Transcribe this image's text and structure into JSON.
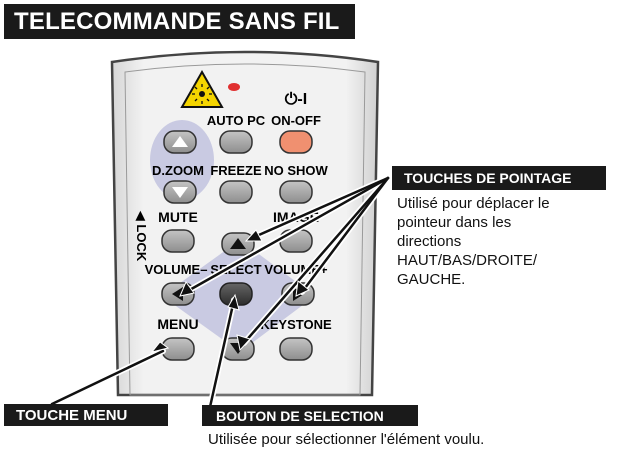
{
  "title": "TELECOMMANDE SANS FIL",
  "remote": {
    "auto_pc": "AUTO PC",
    "power_symbol": "⏻-I",
    "on_off": "ON-OFF",
    "d_zoom": "D.ZOOM",
    "freeze": "FREEZE",
    "no_show": "NO SHOW",
    "mute": "MUTE",
    "image": "IMAGE",
    "lock": "◀ LOCK",
    "volume_minus": "VOLUME–",
    "select": "SELECT",
    "volume_plus": "VOLUME+",
    "menu": "MENU",
    "keystone": "KEYSTONE"
  },
  "callouts": {
    "pointing": {
      "label": "TOUCHES DE POINTAGE",
      "description_lines": [
        "Utilisé pour déplacer le",
        "pointeur dans les",
        "directions",
        "HAUT/BAS/DROITE/",
        "GAUCHE."
      ]
    },
    "menu": {
      "label": "TOUCHE MENU"
    },
    "select": {
      "label": "BOUTON DE SELECTION",
      "description": "Utilisée pour sélectionner l'élément voulu."
    }
  },
  "colors": {
    "label_bg": "#1a1a1a",
    "remote_body": "#ececec",
    "button_gray": "#a7a7a7",
    "power_button": "#f09070",
    "led": "#e03030",
    "laser_warning": "#f5d500",
    "dpad_highlight": "#c6c7e0"
  }
}
